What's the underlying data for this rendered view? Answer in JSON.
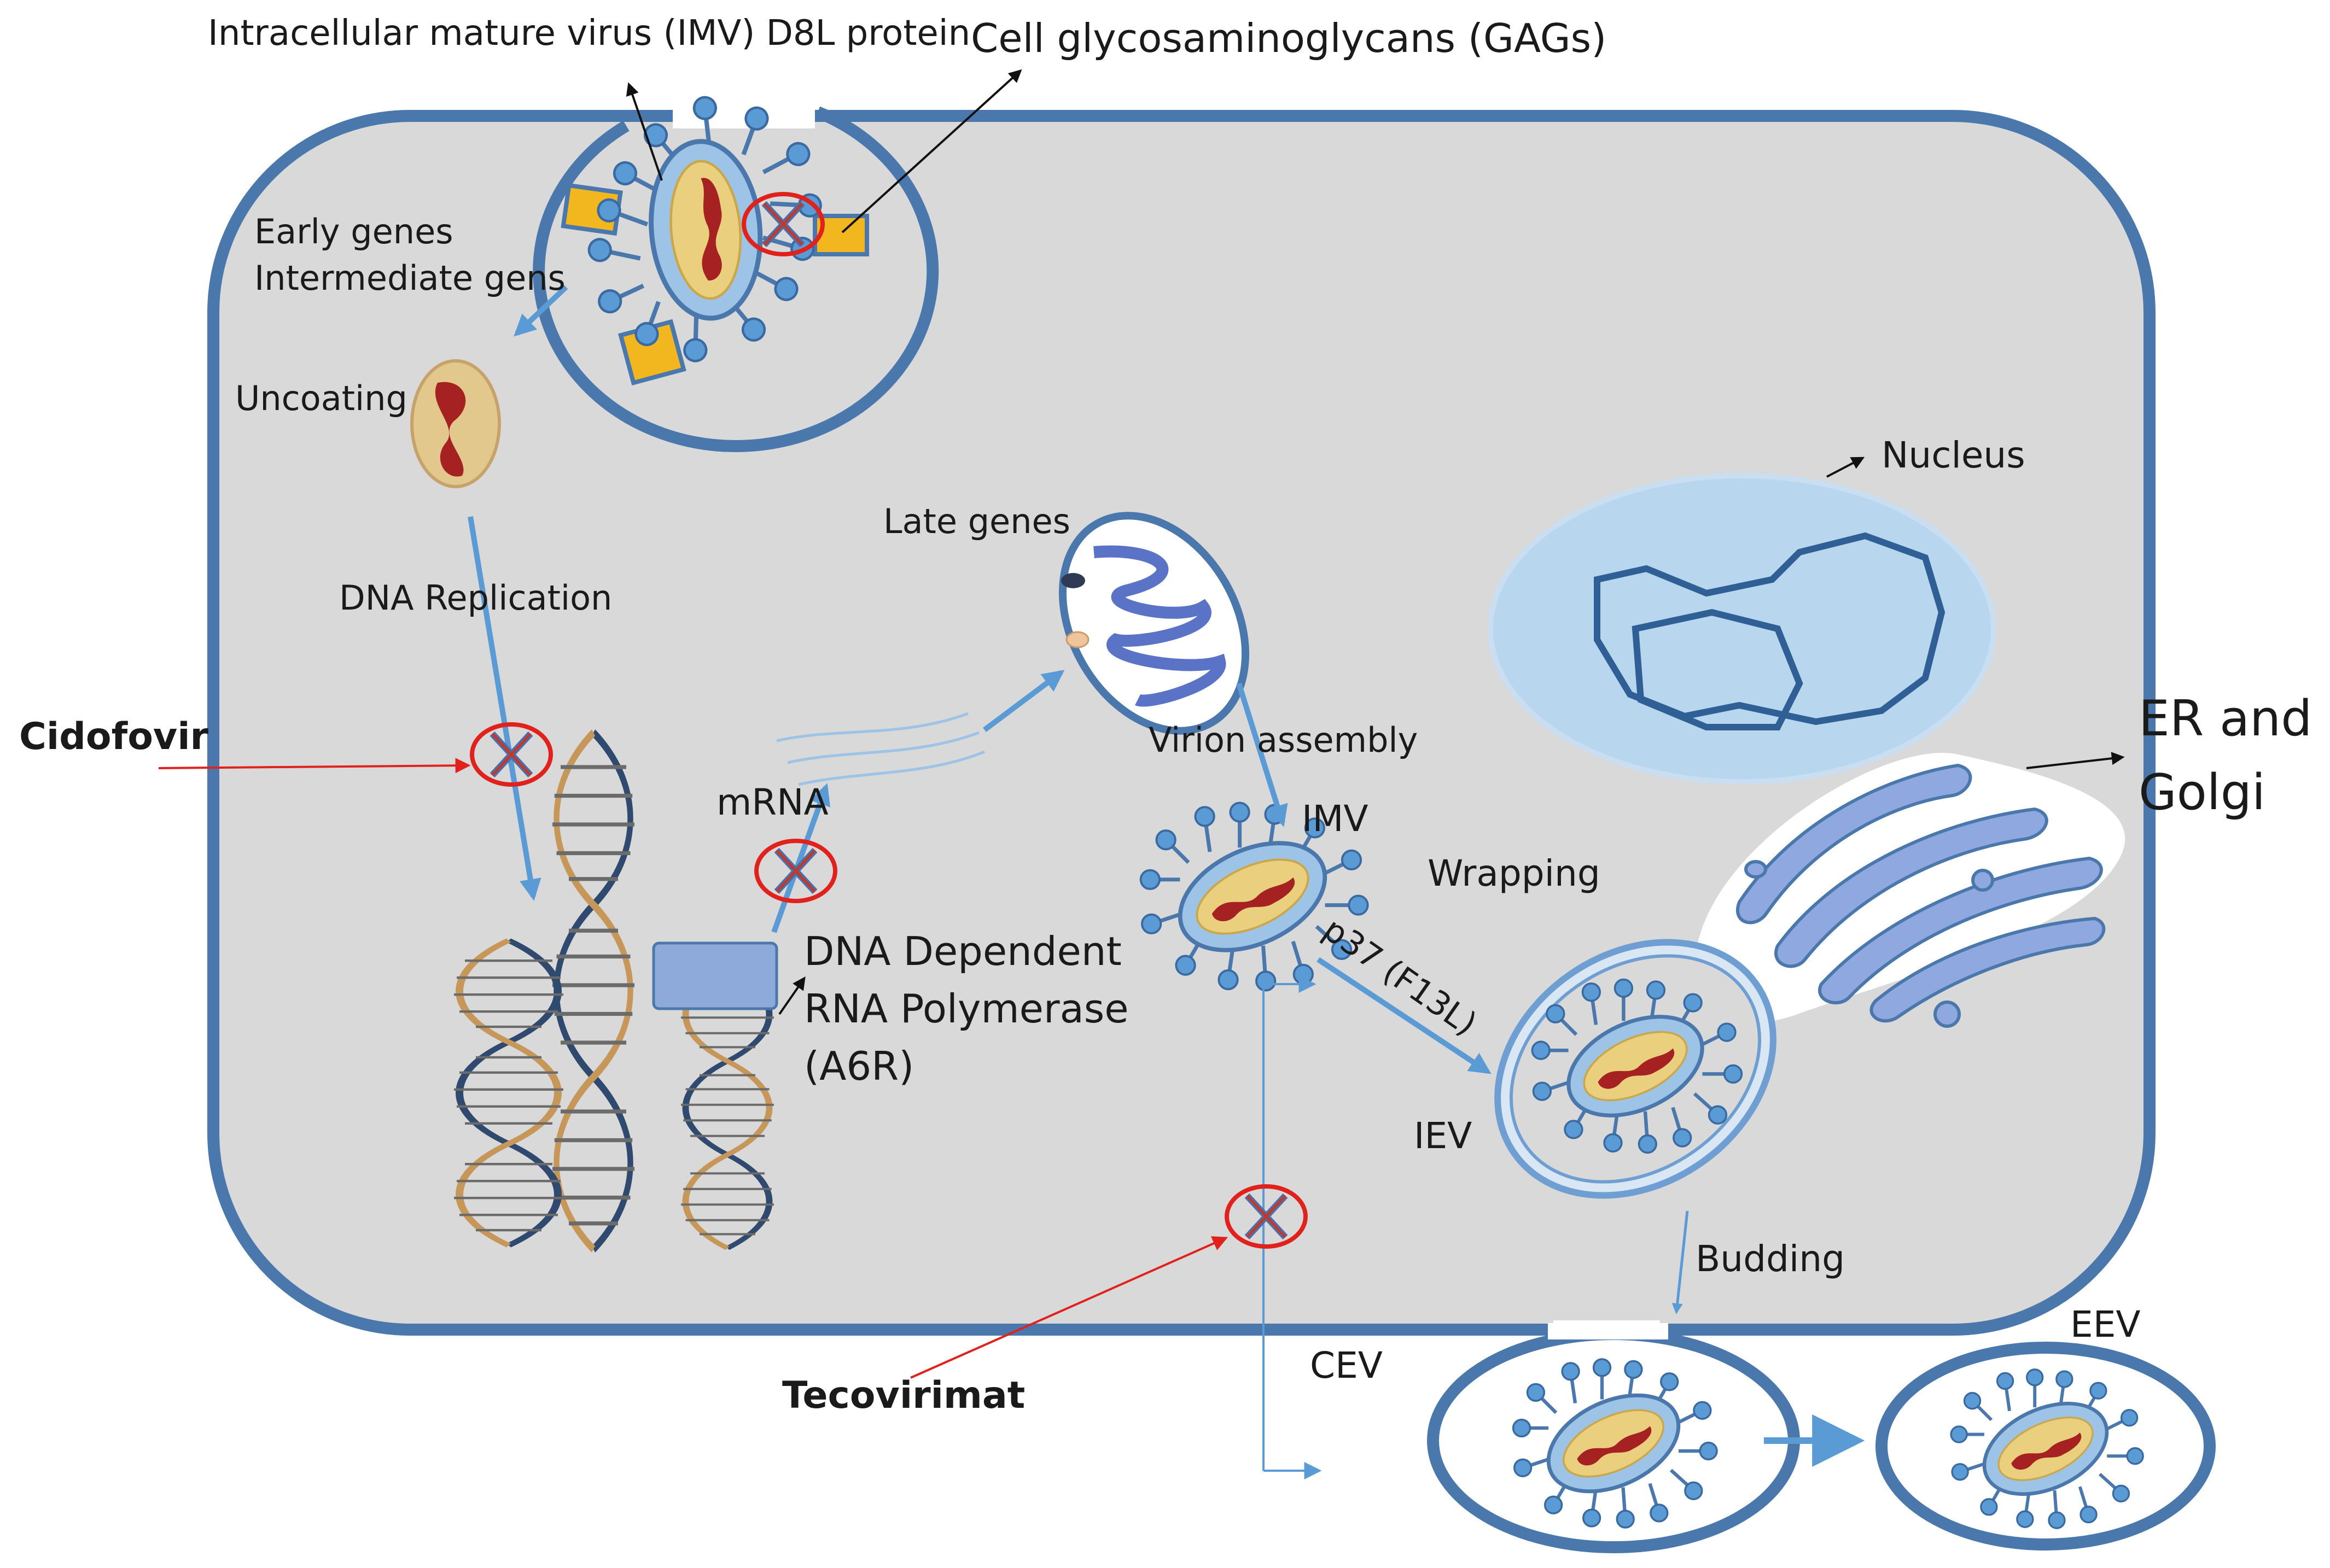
{
  "labels": {
    "imv_d8l": "Intracellular mature virus (IMV) D8L protein",
    "gags": "Cell glycosaminoglycans (GAGs)",
    "early_genes": "Early genes",
    "intermediate_gens": "Intermediate gens",
    "uncoating": "Uncoating",
    "dna_replication": "DNA Replication",
    "cidofovir": "Cidofovir",
    "late_genes": "Late genes",
    "virion_assembly": "Virion assembly",
    "mrna": "mRNA",
    "imv": "IMV",
    "rdrp_line1": "DNA Dependent",
    "rdrp_line2": "RNA Polymerase",
    "rdrp_line3": "(A6R)",
    "nucleus": "Nucleus",
    "er_line1": "ER and",
    "er_line2": "Golgi",
    "wrapping": "Wrapping",
    "p37": "p37 (F13L)",
    "iev": "IEV",
    "budding": "Budding",
    "tecovirimat": "Tecovirimat",
    "cev": "CEV",
    "eev": "EEV"
  },
  "colors": {
    "cell_fill": "#d9d9d9",
    "membrane": "#4a78ad",
    "arrow_blue": "#5b9bd5",
    "inhibitor_red": "#e0211c",
    "nucleus_fill": "#b8d6ee",
    "golgi_fill": "#8fa8e0",
    "core_yellow": "#e9cf7e",
    "core_red": "#a62222",
    "polymerase_fill": "#8eaadb",
    "receptor_yellow": "#f2b71e"
  },
  "icons": [
    "virion-icon",
    "dna-helix-icon",
    "mitochondrion-icon",
    "nucleus-icon",
    "golgi-icon",
    "inhibition-x-icon"
  ]
}
